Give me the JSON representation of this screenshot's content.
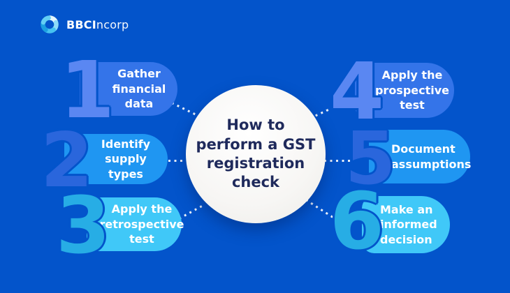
{
  "canvas": {
    "background": "#0354cb",
    "dot_color": "#e9f0fa"
  },
  "logo": {
    "brand_bold": "BBCI",
    "brand_light": "ncorp"
  },
  "center": {
    "title": "How to\nperform a GST\nregistration\ncheck",
    "text_color": "#1f2a5c",
    "circle_color": "#f7f6f4"
  },
  "steps": [
    {
      "number": "1",
      "label": "Gather\nfinancial data",
      "number_color": "#5a87f2",
      "pill_color": "#3474e9"
    },
    {
      "number": "2",
      "label": "Identify\nsupply types",
      "number_color": "#2a66dc",
      "pill_color": "#1f96f2"
    },
    {
      "number": "3",
      "label": "Apply the\nretrospective\ntest",
      "number_color": "#27ade5",
      "pill_color": "#40c8f8"
    },
    {
      "number": "4",
      "label": "Apply the\nprospective\ntest",
      "number_color": "#5a87f2",
      "pill_color": "#3474e9"
    },
    {
      "number": "5",
      "label": "Document\nassumptions",
      "number_color": "#2a66dc",
      "pill_color": "#1f96f2"
    },
    {
      "number": "6",
      "label": "Make an\ninformed\ndecision",
      "number_color": "#27ade5",
      "pill_color": "#40c8f8"
    }
  ]
}
